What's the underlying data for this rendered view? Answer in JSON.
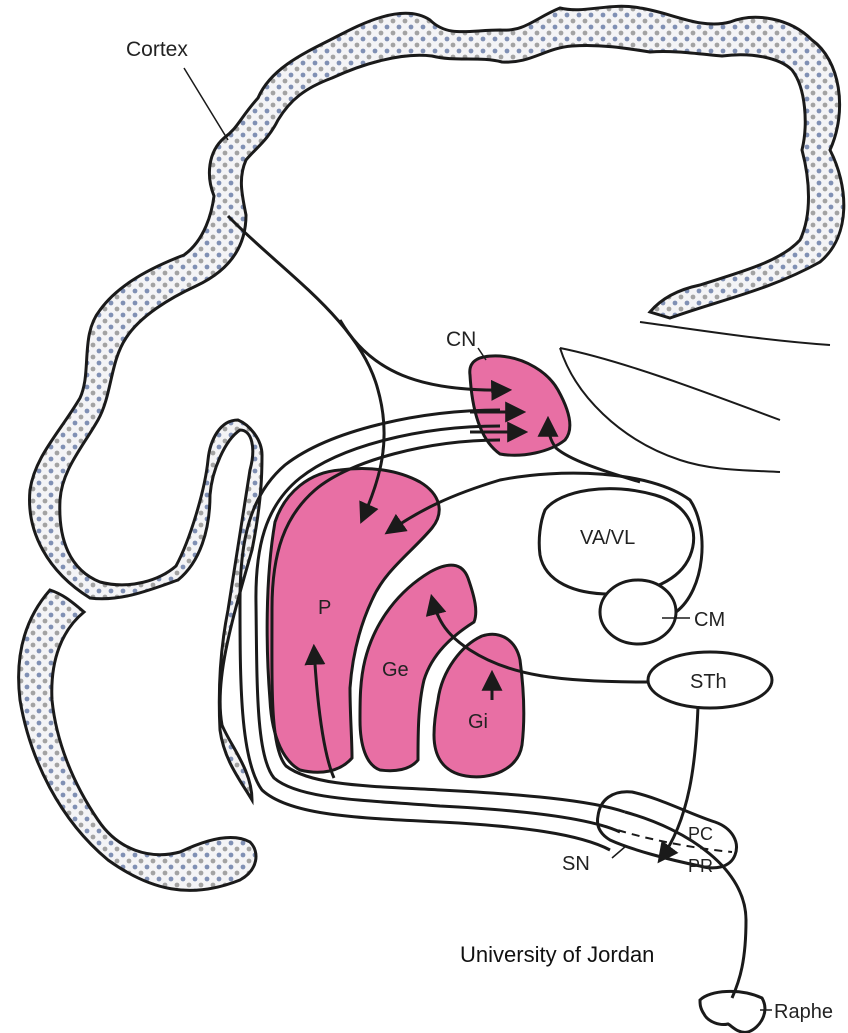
{
  "labels": {
    "cortex": "Cortex",
    "cn": "CN",
    "va_vl": "VA/VL",
    "cm": "CM",
    "p": "P",
    "ge": "Ge",
    "gi": "Gi",
    "sth": "STh",
    "sn": "SN",
    "pc": "PC",
    "pr": "PR",
    "raphe": "Raphe"
  },
  "credit": "University of Jordan",
  "colors": {
    "nucleus_fill": "#e86fa4",
    "outline": "#1a1a1a",
    "cortex_dots": "#7f8fb0"
  }
}
